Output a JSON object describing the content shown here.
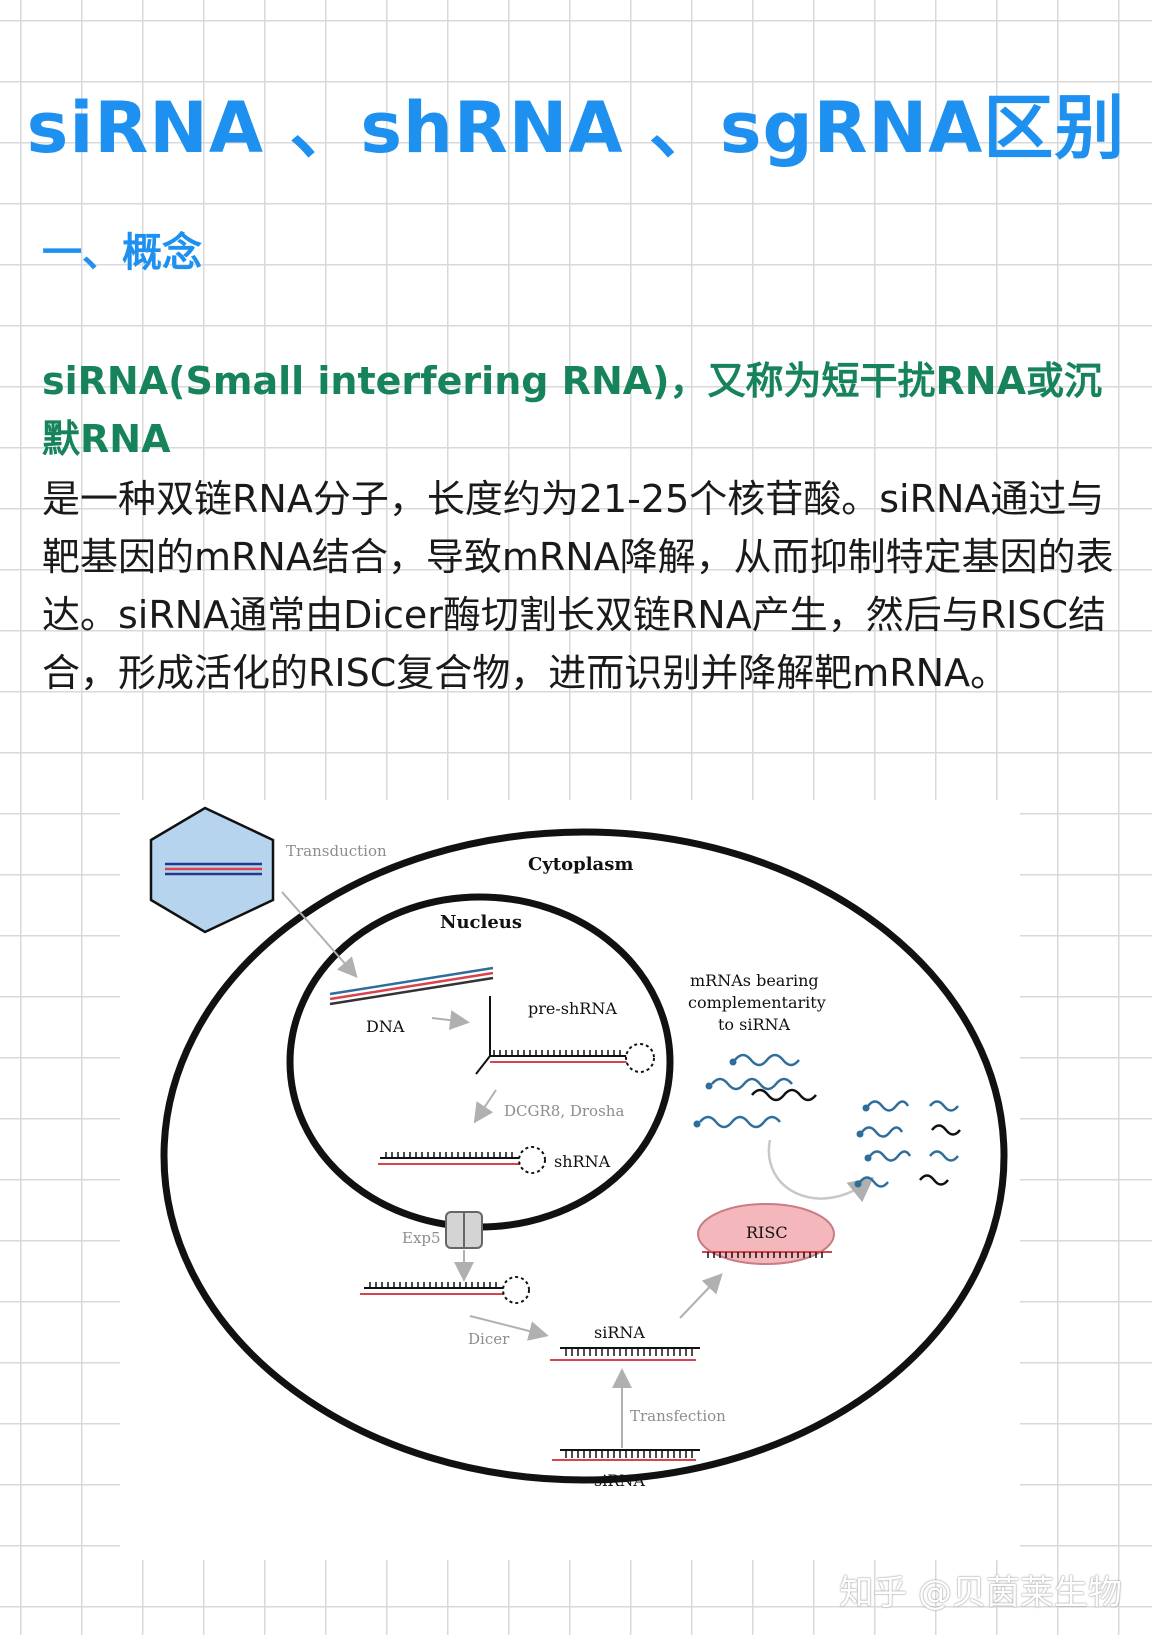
{
  "title": "siRNA 、shRNA 、sgRNA区别",
  "section_heading": "一、概念",
  "term": "siRNA(Small interfering RNA)，又称为短干扰RNA或沉默RNA",
  "description": "是一种双链RNA分子，长度约为21-25个核苷酸。siRNA通过与靶基因的mRNA结合，导致mRNA降解，从而抑制特定基因的表达。siRNA通常由Dicer酶切割长双链RNA产生，然后与RISC结合，形成活化的RISC复合物，进而识别并降解靶mRNA。",
  "diagram": {
    "transduction": "Transduction",
    "cytoplasm": "Cytoplasm",
    "nucleus": "Nucleus",
    "dna": "DNA",
    "pre_shrna": "pre-shRNA",
    "dcgr8": "DCGR8, Drosha",
    "shrna": "shRNA",
    "exp5": "Exp5",
    "dicer": "Dicer",
    "sirna_mid": "siRNA",
    "transfection": "Transfection",
    "sirna_bottom": "siRNA",
    "mrnas_line1": "mRNAs bearing",
    "mrnas_line2": "complementarity",
    "mrnas_line3": "to siRNA",
    "risc": "RISC"
  },
  "watermark": "知乎 @贝茵莱生物",
  "colors": {
    "title_blue": "#1e90f0",
    "term_green": "#16835a",
    "virus_fill": "#b7d4ee",
    "risc_fill": "#f4b7bb",
    "rna_red": "#d9434e",
    "mrna_blue": "#2e6e9c"
  }
}
